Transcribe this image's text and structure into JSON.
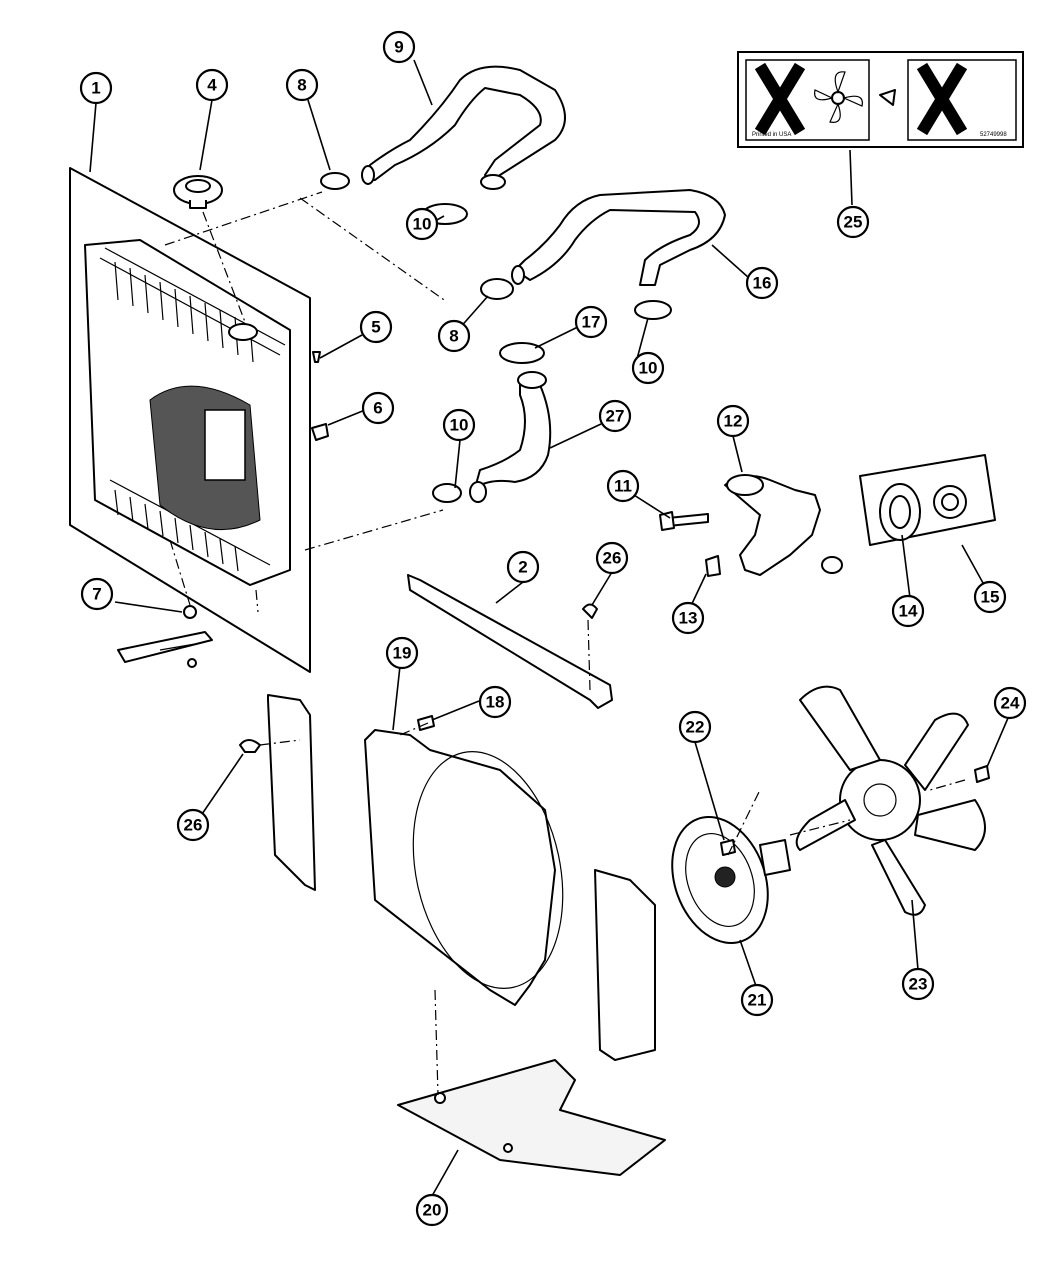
{
  "decal": {
    "small_text_left": "Printed in USA",
    "small_text_right": "52749998"
  },
  "callouts": [
    {
      "id": "1",
      "label": "1"
    },
    {
      "id": "2",
      "label": "2"
    },
    {
      "id": "4",
      "label": "4"
    },
    {
      "id": "5",
      "label": "5"
    },
    {
      "id": "6",
      "label": "6"
    },
    {
      "id": "7",
      "label": "7"
    },
    {
      "id": "8a",
      "label": "8"
    },
    {
      "id": "8b",
      "label": "8"
    },
    {
      "id": "9",
      "label": "9"
    },
    {
      "id": "10a",
      "label": "10"
    },
    {
      "id": "10b",
      "label": "10"
    },
    {
      "id": "10c",
      "label": "10"
    },
    {
      "id": "11",
      "label": "11"
    },
    {
      "id": "12",
      "label": "12"
    },
    {
      "id": "13",
      "label": "13"
    },
    {
      "id": "14",
      "label": "14"
    },
    {
      "id": "15",
      "label": "15"
    },
    {
      "id": "16",
      "label": "16"
    },
    {
      "id": "17",
      "label": "17"
    },
    {
      "id": "18",
      "label": "18"
    },
    {
      "id": "19",
      "label": "19"
    },
    {
      "id": "20",
      "label": "20"
    },
    {
      "id": "21",
      "label": "21"
    },
    {
      "id": "22",
      "label": "22"
    },
    {
      "id": "23",
      "label": "23"
    },
    {
      "id": "24",
      "label": "24"
    },
    {
      "id": "25",
      "label": "25"
    },
    {
      "id": "26a",
      "label": "26"
    },
    {
      "id": "26b",
      "label": "26"
    },
    {
      "id": "27",
      "label": "27"
    }
  ]
}
